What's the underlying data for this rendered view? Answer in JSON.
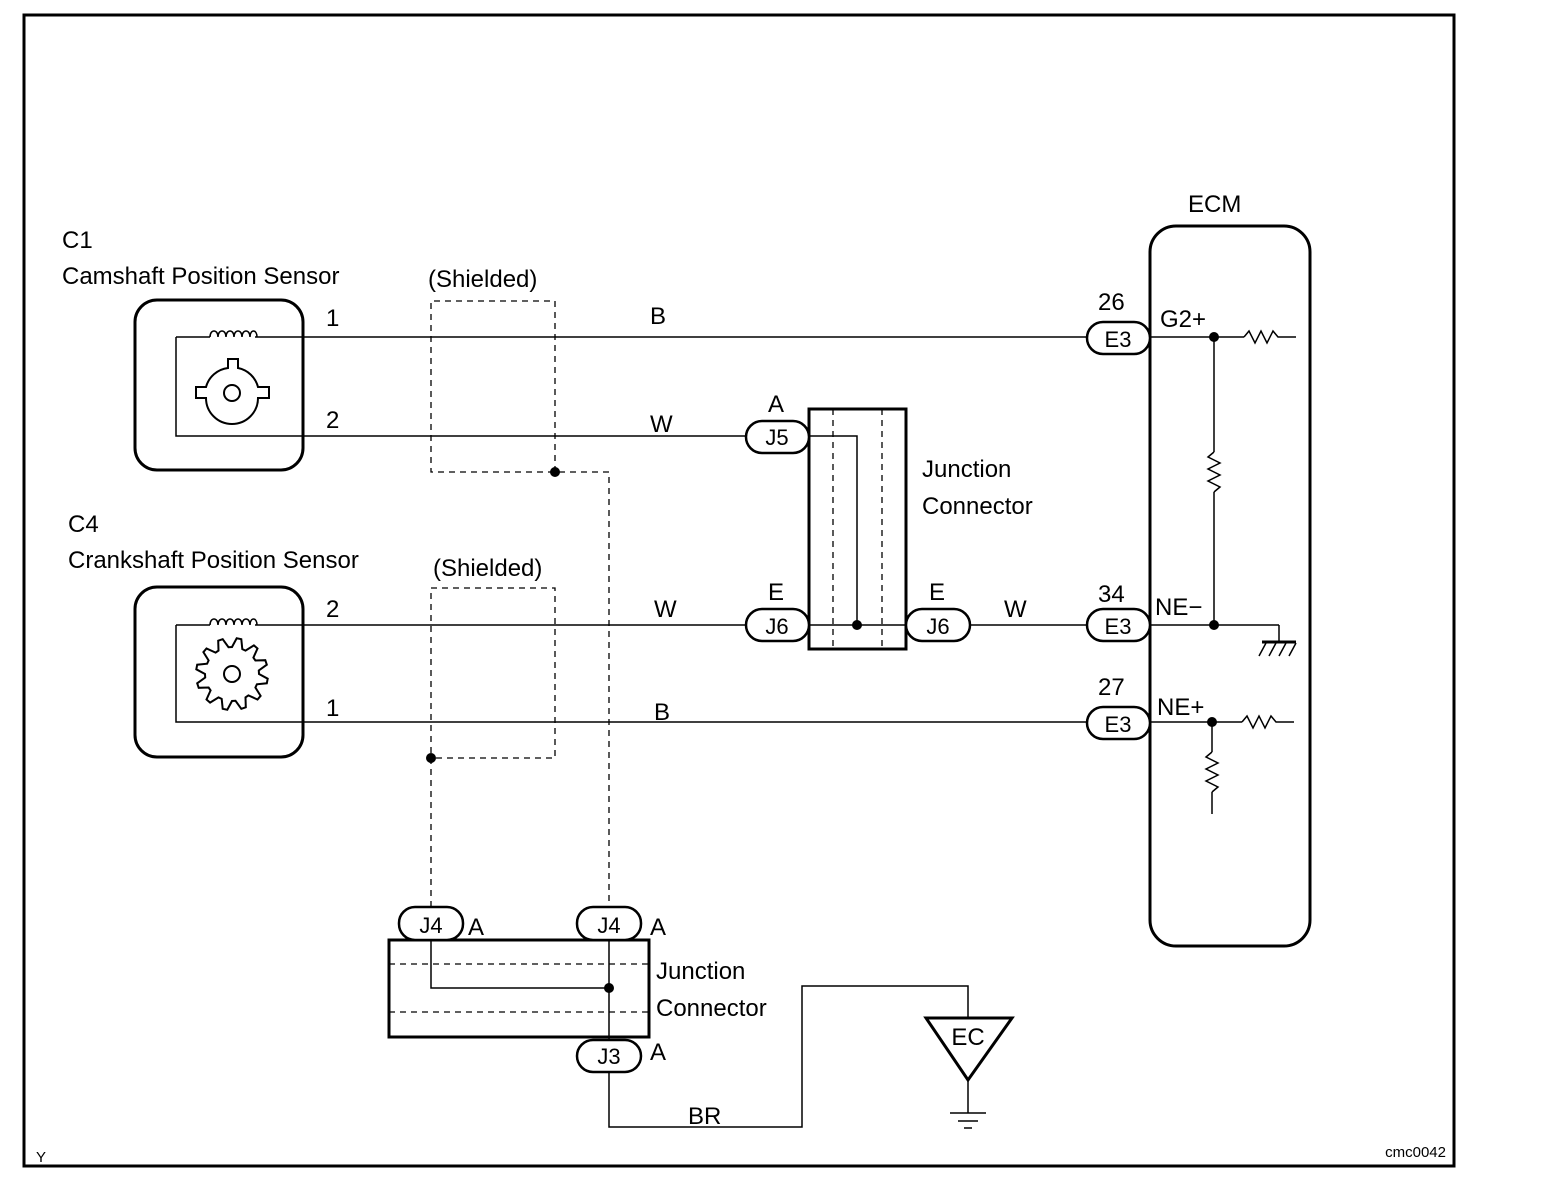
{
  "sensor_cam": {
    "code": "C1",
    "name": "Camshaft Position Sensor",
    "pin_top": "1",
    "pin_bottom": "2"
  },
  "sensor_crank": {
    "code": "C4",
    "name": "Crankshaft Position Sensor",
    "pin_top": "2",
    "pin_bottom": "1"
  },
  "shielded_label": "(Shielded)",
  "wires": {
    "b": "B",
    "w": "W",
    "br": "BR"
  },
  "junction_connector": {
    "line1": "Junction",
    "line2": "Connector"
  },
  "connectors": {
    "j5": "J5",
    "j5_pin": "A",
    "j6": "J6",
    "j6_pin": "E",
    "j4": "J4",
    "j4_pin": "A",
    "j3": "J3",
    "j3_pin": "A"
  },
  "ecm": {
    "title": "ECM",
    "connector": "E3",
    "pins": [
      {
        "number": "26",
        "signal": "G2+"
      },
      {
        "number": "34",
        "signal": "NE−"
      },
      {
        "number": "27",
        "signal": "NE+"
      }
    ]
  },
  "ground": {
    "label": "EC"
  },
  "footer": {
    "left": "Y",
    "right": "cmc0042"
  }
}
